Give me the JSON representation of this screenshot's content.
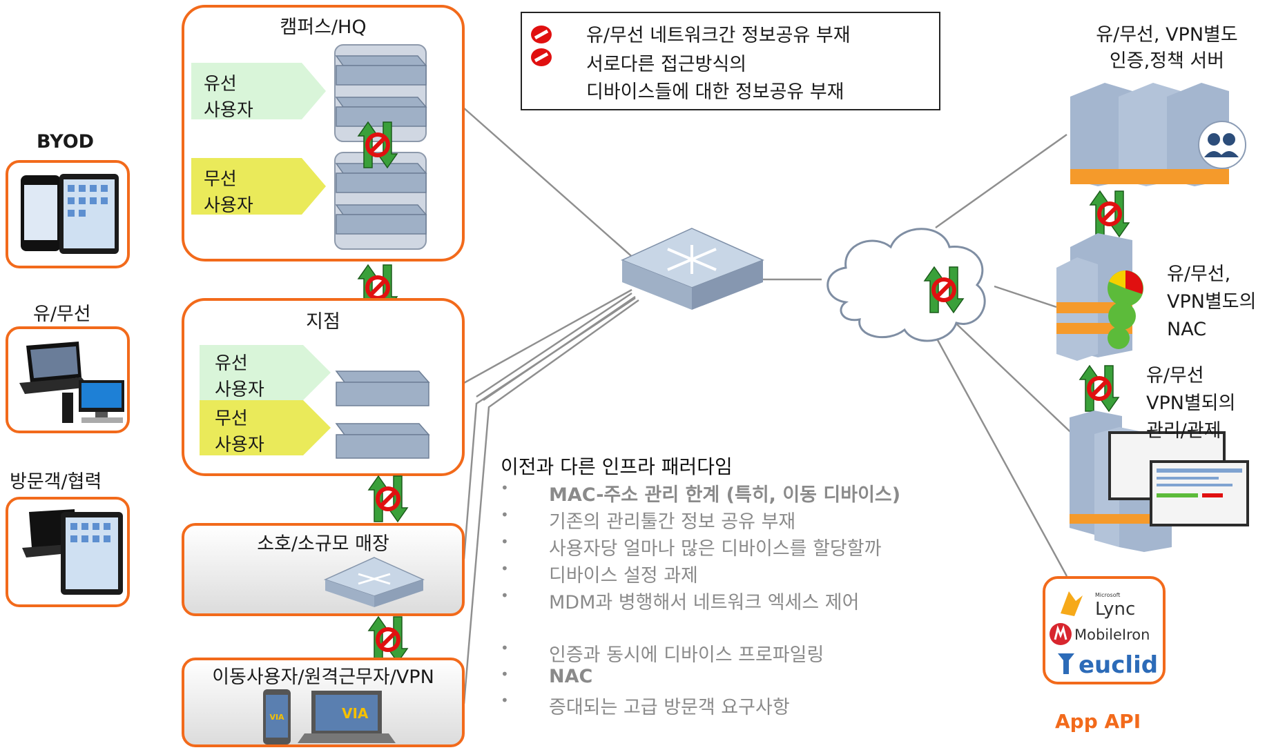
{
  "legend": {
    "line1": "유/무선 네트워크간 정보공유 부재",
    "line2": "서로다른 접근방식의",
    "line3": "디바이스들에 대한 정보공유 부재"
  },
  "devices": {
    "byod": "BYOD",
    "wired_wireless": "유/무선",
    "visitor": "방문객/협력"
  },
  "campus": {
    "title": "캠퍼스/HQ",
    "wired_user": [
      "유선",
      "사용자"
    ],
    "wireless_user": [
      "무선",
      "사용자"
    ]
  },
  "branch": {
    "title": "지점",
    "wired_user": [
      "유선",
      "사용자"
    ],
    "wireless_user": [
      "무선",
      "사용자"
    ]
  },
  "soho": {
    "title": "소호/소규모 매장"
  },
  "mobile": {
    "title": "이동사용자/원격근무자/VPN",
    "via": "VIA"
  },
  "paradigm": {
    "heading": "이전과 다른 인프라 패러다임",
    "bullets": [
      "MAC-주소 관리 한계 (특히, 이동 디바이스)",
      "기존의 관리툴간 정보 공유 부재",
      "사용자당 얼마나 많은 디바이스를 할당할까",
      "디바이스 설정 과제",
      "MDM과 병행해서 네트워크 엑세스 제어",
      "인증과 동시에 디바이스 프로파일링",
      "NAC",
      "증대되는 고급 방문객 요구사항"
    ],
    "bullet_symbol": "•"
  },
  "right": {
    "auth_server": [
      "유/무선, VPN별도",
      "인증,정책 서버"
    ],
    "nac": [
      "유/무선,",
      "VPN별도의",
      "NAC"
    ],
    "mgmt": [
      "유/무선",
      "VPN별되의",
      "관리/관제"
    ],
    "app_api": "App API",
    "logos": {
      "lync_small": "Microsoft",
      "lync": "Lync",
      "mobileiron": "MobileIron",
      "euclid": "euclid"
    }
  },
  "colors": {
    "accent": "#f26a1b",
    "wired_arrow": "#d9f5d9",
    "wireless_arrow": "#eaea5a",
    "prohibit": "#e01010",
    "sync_arrow": "#3aa03a"
  }
}
